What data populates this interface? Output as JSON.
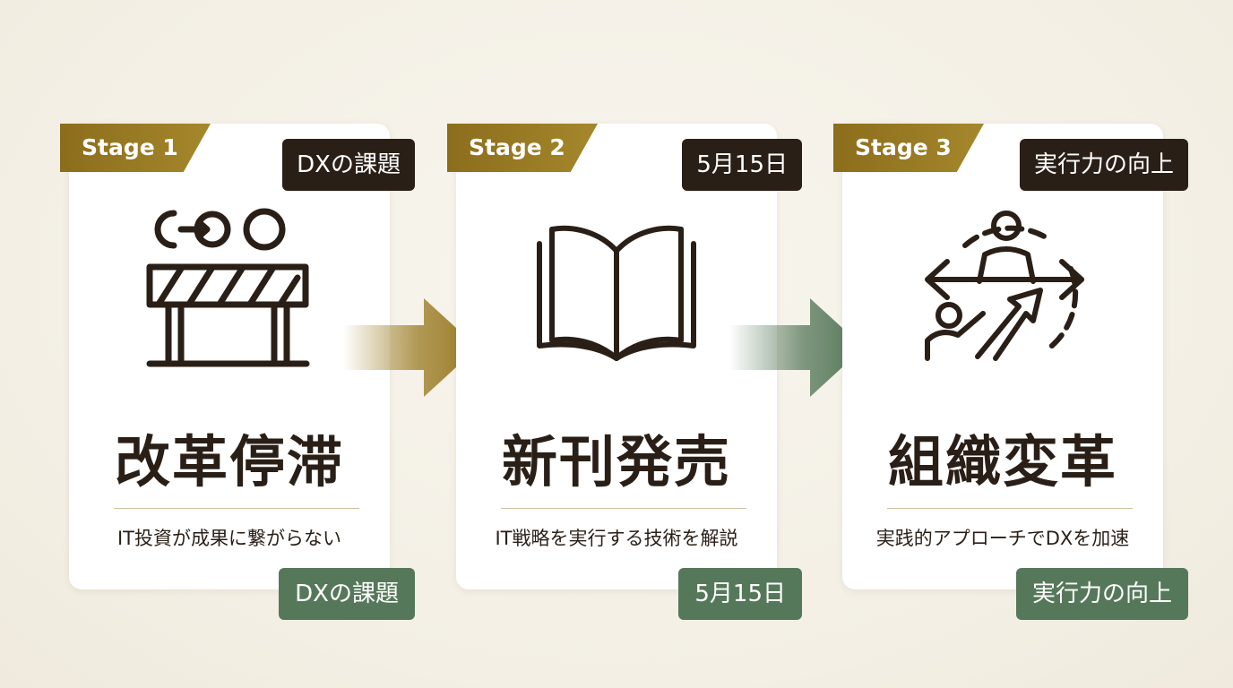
{
  "stages": [
    {
      "tag": "Stage 1",
      "badge_top": "DXの課題",
      "title": "改革停滞",
      "subtitle": "IT投資が成果に繋がらない",
      "badge_bottom": "DXの課題",
      "icon": "barrier-gears-icon"
    },
    {
      "tag": "Stage 2",
      "badge_top": "5月15日",
      "title": "新刊発売",
      "subtitle": "IT戦略を実行する技術を解説",
      "badge_bottom": "5月15日",
      "icon": "open-book-icon"
    },
    {
      "tag": "Stage 3",
      "badge_top": "実行力の向上",
      "title": "組織変革",
      "subtitle": "実践的アプローチでDXを加速",
      "badge_bottom": "実行力の向上",
      "icon": "transformation-people-icon"
    }
  ],
  "colors": {
    "background": "#f3efe4",
    "stage_tag": "#9a7b24",
    "dark_badge": "#2a1f17",
    "green_badge": "#56785a",
    "arrow_1": "#9a7b24",
    "arrow_2": "#56785a"
  }
}
